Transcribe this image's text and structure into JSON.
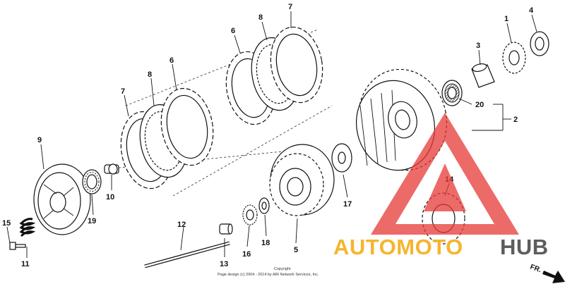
{
  "diagram": {
    "callouts": [
      "1",
      "2",
      "3",
      "4",
      "5",
      "6",
      "6",
      "7",
      "7",
      "8",
      "8",
      "9",
      "10",
      "11",
      "12",
      "13",
      "14",
      "15",
      "16",
      "17",
      "18",
      "19",
      "20"
    ],
    "copyright_line1": "Copyright",
    "copyright_line2": "Page design (c) 2004 - 2014 by ARI Network Services, Inc.",
    "direction_label": "FR."
  },
  "watermark": {
    "word_left": "AUTOMOTO",
    "word_right": "HUB",
    "colors": {
      "triangle": "#e53935",
      "auto": "#f5b52e",
      "hub": "#5d5d5d"
    }
  }
}
